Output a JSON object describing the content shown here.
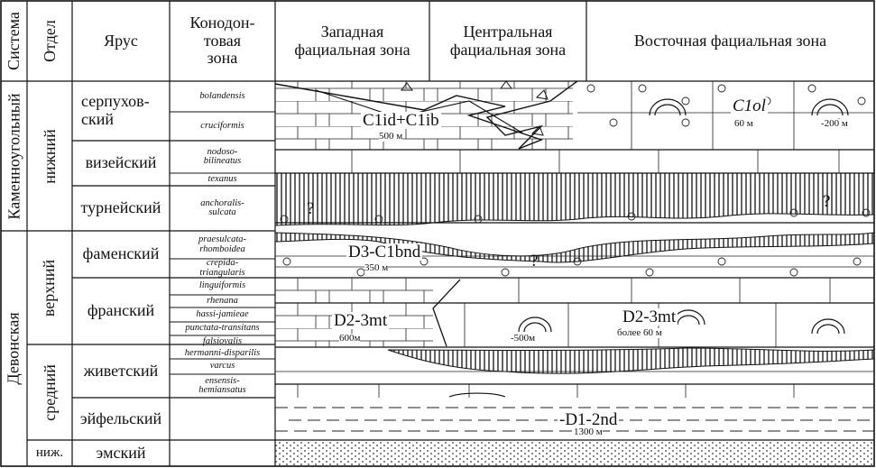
{
  "header": {
    "system": "Система",
    "series": "Отдел",
    "stage": "Ярус",
    "conodont_zone": [
      "Конодон-",
      "товая",
      "зона"
    ],
    "west_zone": [
      "Западная",
      "фациальная зона"
    ],
    "central_zone": [
      "Центральная",
      "фациальная зона"
    ],
    "east_zone": "Восточная фациальная зона"
  },
  "systems": {
    "carboniferous": "Каменноугольный",
    "devonian": "Девонская"
  },
  "series": {
    "lower_carb": "нижний",
    "upper_dev": "верхний",
    "middle_dev": "средний",
    "lower_dev": "ниж."
  },
  "stages": {
    "serpukhovian": [
      "серпухов-",
      "ский"
    ],
    "visean": "визейский",
    "tournaisian": "турнейский",
    "famennian": "фаменский",
    "frasnian": "франский",
    "givetian": "живетский",
    "eifelian": "эйфельский",
    "emsian": "эмский"
  },
  "zones": {
    "bolandensis": "bolandensis",
    "cruciformis": "cruciformis",
    "nodoso_bilineatus": [
      "nodoso-",
      "bilineatus"
    ],
    "texanus": "texanus",
    "anchoralis_sulcata": [
      "anchoralis-",
      "sulcata"
    ],
    "praesulcata_rhomboidea": [
      "praesulcata-",
      "rhomboidea"
    ],
    "crepida_triangularis": [
      "crepida-",
      "triangularis"
    ],
    "linguiformis": "linguiformis",
    "rhenana": "rhenana",
    "hassi_jamieae": "hassi-jamieae",
    "punctata_transitans": "punctata-transitans",
    "falsiovalis": "falsiovalis",
    "hermanni_disparilis": "hermanni-disparilis",
    "varcus": "varcus",
    "ensensis_hemiansatus": [
      "ensensis-",
      "hemiansatus"
    ]
  },
  "formations": {
    "c1id_c1ib": "C1id+C1ib",
    "c1id_c1ib_thickness": "500 м",
    "c1ol": "C1ol",
    "c1ol_thickness_a": "60 м",
    "c1ol_thickness_b": "-200 м",
    "d3c1bnd": "D3-C1bnd",
    "d3c1bnd_thickness": "350 м",
    "d23mt_west": "D2-3mt",
    "d23mt_west_thickness": "600м",
    "d23mt_center_thickness": "-500м",
    "d23mt_east": "D2-3mt",
    "d23mt_east_thickness": "более 60 м",
    "d12nd": "-D1-2nd",
    "d12nd_thickness": "1300 м",
    "question": "?"
  }
}
